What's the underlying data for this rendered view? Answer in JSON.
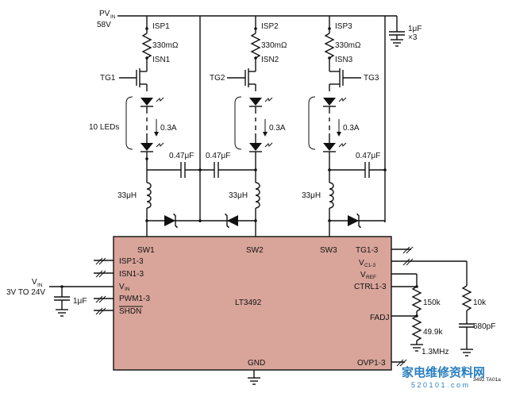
{
  "supply": {
    "pvin_main": "PV",
    "pvin_sub": "IN",
    "pvin_voltage": "58V"
  },
  "top_cap": {
    "value": "1μF",
    "count": "×3"
  },
  "channels": [
    {
      "isp": "ISP1",
      "isn": "ISN1",
      "rsense": "330mΩ",
      "tg": "TG1",
      "current": "0.3A",
      "cap": "0.47μF",
      "inductor": "33μH"
    },
    {
      "isp": "ISP2",
      "isn": "ISN2",
      "rsense": "330mΩ",
      "tg": "TG2",
      "current": "0.3A",
      "cap": "0.47μF",
      "inductor": "33μH"
    },
    {
      "isp": "ISP3",
      "isn": "ISN3",
      "rsense": "330mΩ",
      "tg": "TG3",
      "current": "0.3A",
      "cap": "0.47μF",
      "inductor": "33μH"
    }
  ],
  "led_label": "10 LEDs",
  "ic": {
    "name": "LT3492",
    "color": "#d9a59a",
    "pins": {
      "sw1": "SW1",
      "sw2": "SW2",
      "sw3": "SW3",
      "isp13": "ISP1-3",
      "isn13": "ISN1-3",
      "vin_main": "V",
      "vin_sub": "IN",
      "pwm": "PWM1-3",
      "shdn": "SHDN",
      "tg13": "TG1-3",
      "vc_main": "V",
      "vc_sub": "C1-3",
      "vref_main": "V",
      "vref_sub": "REF",
      "ctrl": "CTRL1-3",
      "fadj": "FADJ",
      "gnd": "GND",
      "ovp": "OVP1-3"
    }
  },
  "input": {
    "vin_main": "V",
    "vin_sub": "IN",
    "range": "3V TO 24V",
    "cap": "1μF"
  },
  "right_side": {
    "r_ctrl": "150k",
    "r_fadj": "49.9k",
    "freq": "1.3MHz",
    "r_comp": "10k",
    "c_comp": "680pF"
  },
  "footer": {
    "code": "3492 TA01a"
  },
  "watermark": {
    "text": "家电维修资料网",
    "url": "5 2 0 1 0 1 . c o m"
  },
  "colors": {
    "ic_fill": "#d9a59a",
    "wire": "#111111",
    "watermark": "#2a7fc0"
  }
}
